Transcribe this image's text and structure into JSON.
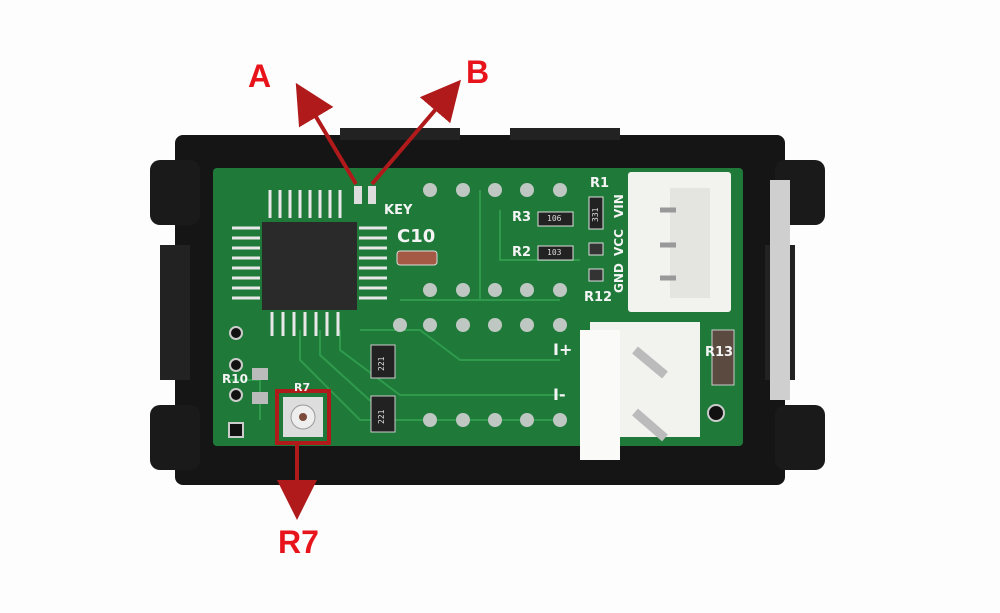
{
  "annotations": {
    "a": "A",
    "b": "B",
    "r7": "R7",
    "color": "#e8141c"
  },
  "silkscreen": {
    "key": "KEY",
    "c10": "C10",
    "r1": "R1",
    "r2": "R2",
    "r3": "R3",
    "r12": "R12",
    "r13": "R13",
    "r10": "R10",
    "r7": "R7",
    "vin": "VIN",
    "vcc": "VCC",
    "gnd": "GND",
    "i_plus": "I+",
    "i_minus": "I-"
  },
  "components": {
    "r3_code": "106",
    "r2_code": "103",
    "r1_code": "331",
    "rn1_code": "221",
    "rn2_code": "221"
  },
  "colors": {
    "pcb": "#1f7a3a",
    "bezel": "#141414",
    "connector": "#f2f2ee"
  }
}
